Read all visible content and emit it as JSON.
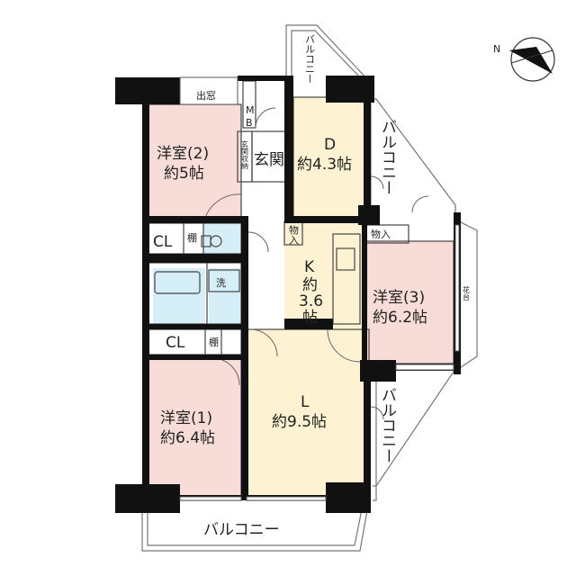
{
  "rooms": {
    "bedroom2": {
      "name": "洋室(2)",
      "size": "約5帖"
    },
    "dining": {
      "name": "D",
      "size": "約4.3帖"
    },
    "kitchen": {
      "name": "K",
      "size_line1": "約",
      "size_line2": "3.6",
      "size_line3": "帖"
    },
    "bedroom3": {
      "name": "洋室(3)",
      "size": "約6.2帖"
    },
    "bedroom1": {
      "name": "洋室(1)",
      "size": "約6.4帖"
    },
    "living": {
      "name": "L",
      "size": "約9.5帖"
    }
  },
  "labels": {
    "entrance": "玄関",
    "entrance_storage": "玄関収納",
    "mb": "MB",
    "closet_top": "CL",
    "closet_bottom": "CL",
    "shelf_top": "棚",
    "shelf_bottom": "棚",
    "washroom": "洗",
    "storage_kitchen": "物入",
    "storage_bed3": "物入",
    "bay_window": "出窓",
    "flower_stand": "花台",
    "balcony_bottom": "バルコニー",
    "balcony_top_left": "バルコニー",
    "balcony_top_right": "バルコニー",
    "balcony_right": "バルコニー",
    "north": "N"
  },
  "colors": {
    "pink": "#f7dcd8",
    "cream": "#fdf3d3",
    "blue": "#d6eef7",
    "wall": "#111111",
    "line": "#555555"
  }
}
